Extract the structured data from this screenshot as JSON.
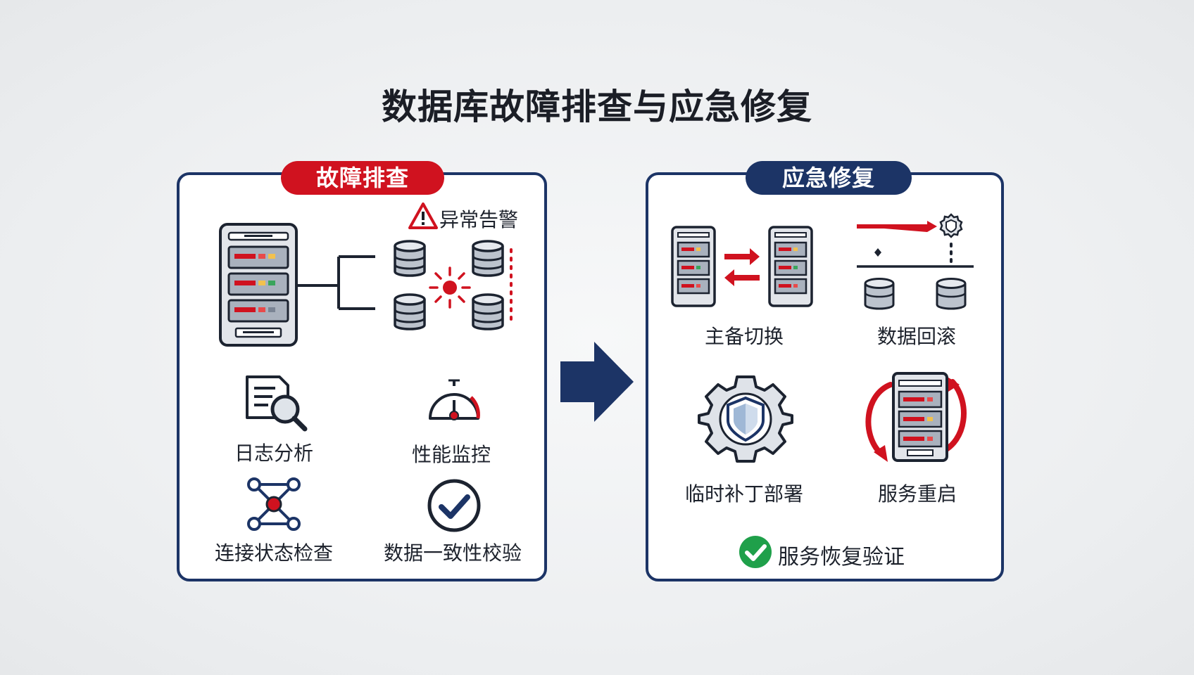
{
  "title": "数据库故障排查与应急修复",
  "left_panel": {
    "header": "故障排查",
    "alert_label": "异常告警",
    "items": [
      "日志分析",
      "性能监控",
      "连接状态检查",
      "数据一致性校验"
    ]
  },
  "right_panel": {
    "header": "应急修复",
    "items": [
      "主备切换",
      "数据回滚",
      "临时补丁部署",
      "服务重启"
    ],
    "footer": "服务恢复验证"
  },
  "colors": {
    "navy": "#1c3466",
    "red": "#d0121f",
    "green": "#1fa04a",
    "steel": "#8d97a6"
  }
}
